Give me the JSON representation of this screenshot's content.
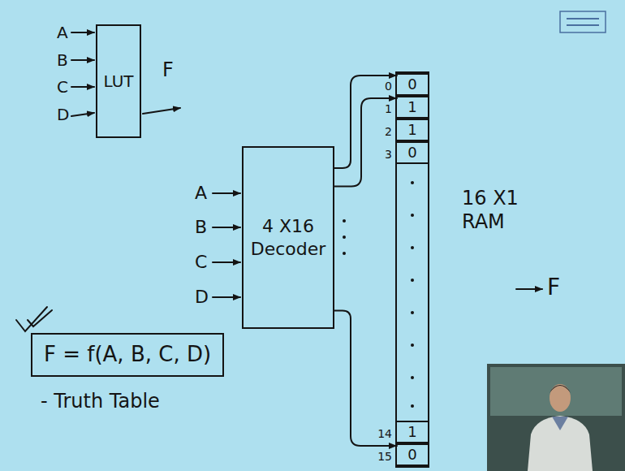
{
  "diagram": {
    "nodes": [
      {
        "text": [
          "LUT"
        ]
      },
      {
        "text": [
          "4 X16 Decoder"
        ]
      },
      {
        "text": [
          "16 X1 RAM"
        ]
      },
      {
        "text": [
          "0"
        ],
        "in": 2
      },
      {
        "text": [
          "1"
        ],
        "in": 2
      },
      {
        "text": [
          "1"
        ],
        "in": 2
      },
      {
        "text": [
          "0"
        ],
        "in": 2
      },
      {
        "text": [
          "1"
        ],
        "in": 2
      },
      {
        "text": [
          "0"
        ],
        "in": 2
      },
      {
        "text": [
          "F = f(A, B, C, D)"
        ]
      }
    ],
    "edges": [
      {
        "from": 1,
        "to": 3,
        "arrow": "to"
      },
      {
        "from": 1,
        "to": 4,
        "arrow": "to"
      },
      {
        "from": 1,
        "to": 8,
        "arrow": "to"
      }
    ],
    "labels": [
      "A",
      "B",
      "C",
      "D",
      "F",
      "A",
      "B",
      "C",
      "D",
      "0",
      "1",
      "2",
      "3",
      "14",
      "15",
      "F",
      "- Truth Table"
    ]
  }
}
